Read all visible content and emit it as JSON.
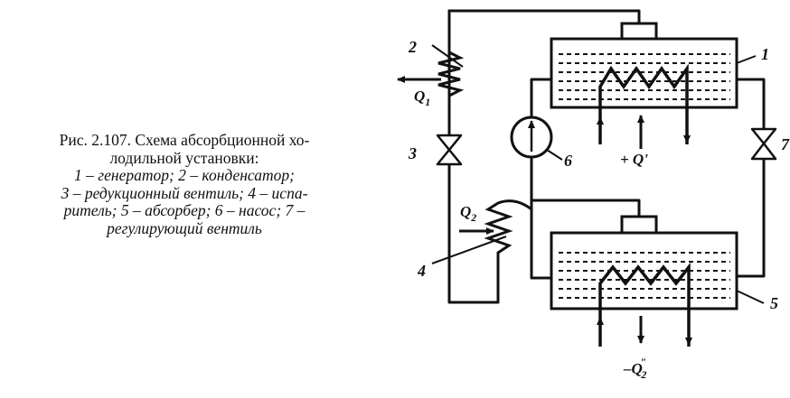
{
  "caption": {
    "line1": "Рис. 2.107. Схема абсорбционной хо-",
    "line2": "лодильной установки:",
    "line3": "1 – генератор; 2 – конденсатор;",
    "line4": "3 – редукционный вентиль; 4 – испа-",
    "line5": "ритель; 5 – абсорбер; 6 – насос; 7 –",
    "line6": "регулирующий вентиль"
  },
  "labels": {
    "n1": "1",
    "n2": "2",
    "n3": "3",
    "n4": "4",
    "n5": "5",
    "n6": "6",
    "n7": "7",
    "q1": "Q",
    "q1_sub": "1",
    "q2": "Q",
    "q2_sub": "2",
    "q_prime": "+ Q'",
    "q_dprime": "–Q",
    "q_dprime_sup": "″",
    "q_dprime_sub": "2"
  }
}
